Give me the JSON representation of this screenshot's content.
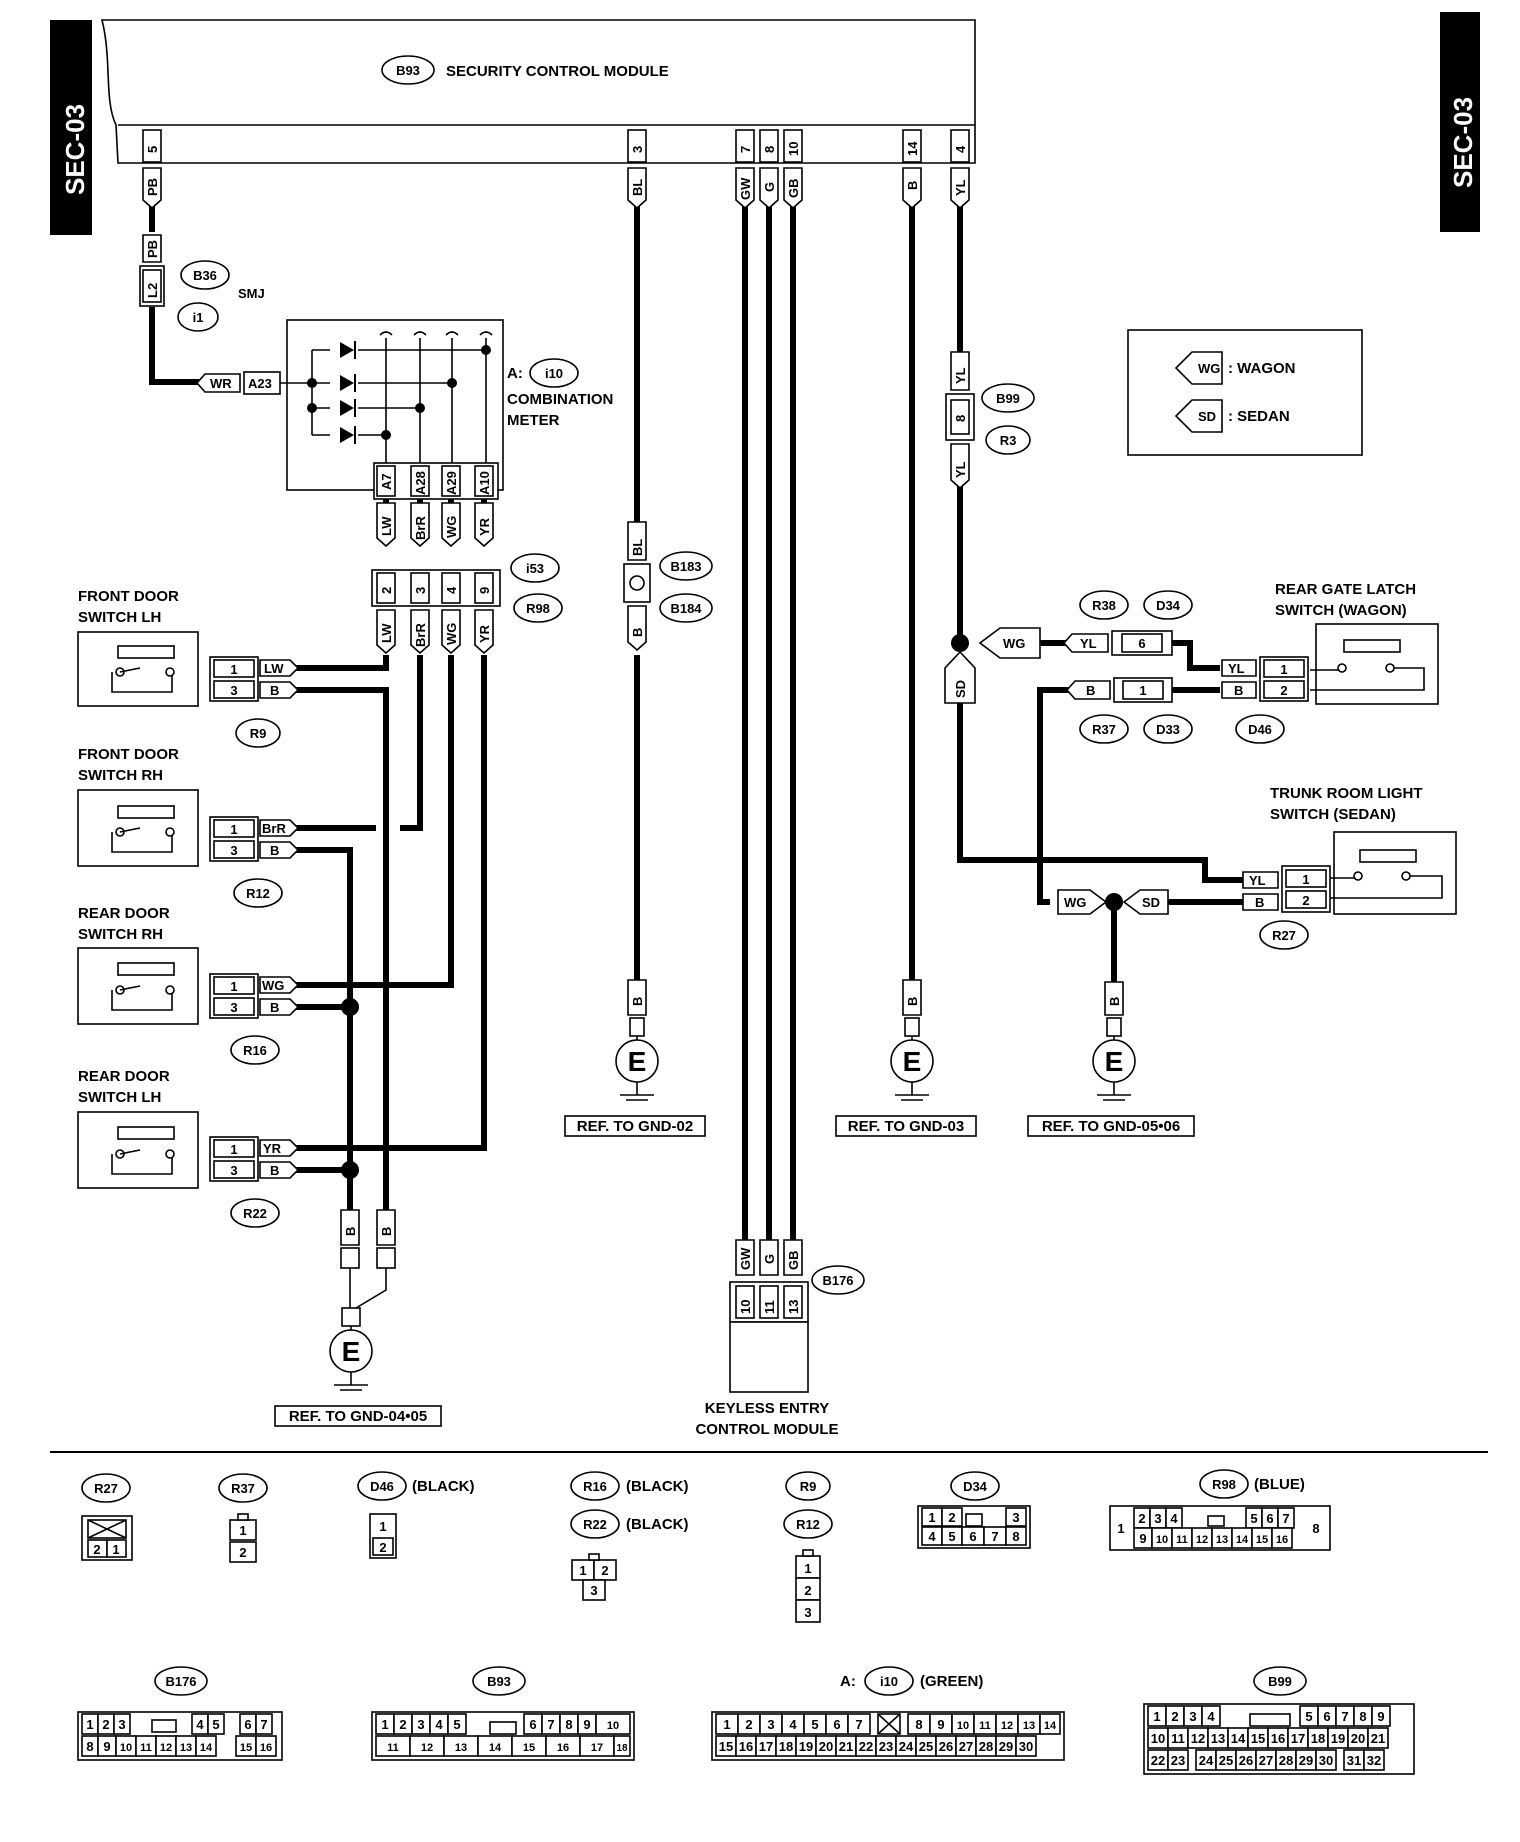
{
  "page_tags": {
    "left": "SEC-03",
    "right": "SEC-03"
  },
  "module": {
    "code": "B93",
    "name": "SECURITY CONTROL MODULE"
  },
  "module_pins": [
    {
      "pin": "5",
      "wire": "PB"
    },
    {
      "pin": "3",
      "wire": "BL"
    },
    {
      "pin": "7",
      "wire": "GW"
    },
    {
      "pin": "8",
      "wire": "G"
    },
    {
      "pin": "10",
      "wire": "GB"
    },
    {
      "pin": "14",
      "wire": "B"
    },
    {
      "pin": "4",
      "wire": "YL"
    }
  ],
  "smj": {
    "codes": [
      "B36",
      "i1"
    ],
    "label": "SMJ",
    "pin": "L2",
    "wire_in": "PB"
  },
  "meter": {
    "prefix": "A:",
    "code": "i10",
    "name_lines": [
      "COMBINATION",
      "METER"
    ],
    "in_wire": "WR",
    "in_pin": "A23",
    "pins": [
      "A7",
      "A28",
      "A29",
      "A10"
    ],
    "wires": [
      "LW",
      "BrR",
      "WG",
      "YR"
    ]
  },
  "joint_i53": {
    "codes": [
      "i53",
      "R98"
    ],
    "pins": [
      "2",
      "3",
      "4",
      "9"
    ],
    "wires": [
      "LW",
      "BrR",
      "WG",
      "YR"
    ]
  },
  "switches": [
    {
      "name_lines": [
        "FRONT DOOR",
        "SWITCH LH"
      ],
      "pins": [
        "1",
        "3"
      ],
      "wires": [
        "LW",
        "B"
      ],
      "code": "R9"
    },
    {
      "name_lines": [
        "FRONT DOOR",
        "SWITCH RH"
      ],
      "pins": [
        "1",
        "3"
      ],
      "wires": [
        "BrR",
        "B"
      ],
      "code": "R12"
    },
    {
      "name_lines": [
        "REAR DOOR",
        "SWITCH RH"
      ],
      "pins": [
        "1",
        "3"
      ],
      "wires": [
        "WG",
        "B"
      ],
      "code": "R16"
    },
    {
      "name_lines": [
        "REAR DOOR",
        "SWITCH LH"
      ],
      "pins": [
        "1",
        "3"
      ],
      "wires": [
        "YR",
        "B"
      ],
      "code": "R22"
    }
  ],
  "joint_b183": {
    "codes": [
      "B183",
      "B184"
    ],
    "wire_top": "BL",
    "wire_bottom": "B"
  },
  "grounds": [
    {
      "symbol": "E",
      "wire": "B",
      "ref": "REF. TO GND-02"
    },
    {
      "symbol": "E",
      "wire": "B",
      "ref": "REF. TO GND-03"
    },
    {
      "symbol": "E",
      "wire": "B",
      "ref": "REF. TO GND-05•06"
    },
    {
      "symbol": "E",
      "wires": [
        "B",
        "B"
      ],
      "ref": "REF. TO GND-04•05"
    }
  ],
  "keyless": {
    "code": "B176",
    "name_lines": [
      "KEYLESS ENTRY",
      "CONTROL MODULE"
    ],
    "pins": [
      "10",
      "11",
      "13"
    ],
    "wires": [
      "GW",
      "G",
      "GB"
    ]
  },
  "b99": {
    "codes": [
      "B99",
      "R3"
    ],
    "pin": "8",
    "wires": [
      "YL",
      "YL"
    ]
  },
  "legend": [
    {
      "tag": "WG",
      "text": ": WAGON"
    },
    {
      "tag": "SD",
      "text": ": SEDAN"
    }
  ],
  "rear_gate": {
    "name_lines": [
      "REAR GATE LATCH",
      "SWITCH (WAGON)"
    ],
    "code": "D46",
    "pins": [
      "1",
      "2"
    ],
    "wires": [
      "YL",
      "B"
    ],
    "joints": [
      {
        "codes": [
          "R38",
          "D34"
        ],
        "pin": "6",
        "wire": "YL"
      },
      {
        "codes": [
          "R37",
          "D33"
        ],
        "pin": "1",
        "wire": "B"
      }
    ]
  },
  "trunk": {
    "name_lines": [
      "TRUNK ROOM LIGHT",
      "SWITCH (SEDAN)"
    ],
    "code": "R27",
    "pins": [
      "1",
      "2"
    ],
    "wires": [
      "YL",
      "B"
    ]
  },
  "branch_tags": {
    "wg": "WG",
    "sd": "SD"
  },
  "connectors": {
    "r27": "R27",
    "r37": "R37",
    "d46": "D46",
    "d46_color": "(BLACK)",
    "r16": "R16",
    "r16_color": "(BLACK)",
    "r22": "R22",
    "r22_color": "(BLACK)",
    "r9": "R9",
    "r12": "R12",
    "d34": "D34",
    "r98": "R98",
    "r98_color": "(BLUE)",
    "b176": "B176",
    "b93": "B93",
    "i10_prefix": "A:",
    "i10": "i10",
    "i10_color": "(GREEN)",
    "b99": "B99"
  }
}
